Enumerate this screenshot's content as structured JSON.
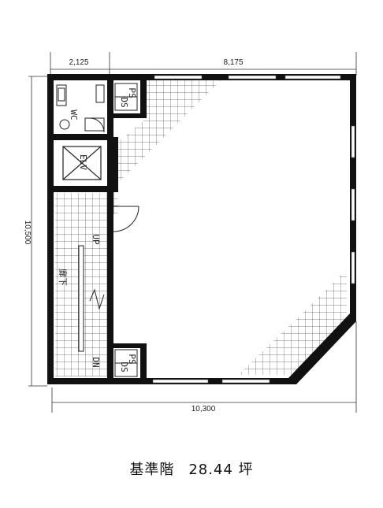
{
  "dimensions": {
    "top_left": "2,125",
    "top_right": "8,175",
    "left": "10,500",
    "bottom": "10,300"
  },
  "rooms": {
    "wc": "WC",
    "elv": "ELV",
    "ps_ds_top_1": "PS",
    "ps_ds_top_2": "DS",
    "ps_ds_bottom_1": "PS",
    "ps_ds_bottom_2": "DS",
    "up": "UP",
    "dn": "DN",
    "corridor": "廊下"
  },
  "caption": {
    "label": "基準階",
    "area": "28.44 坪"
  }
}
